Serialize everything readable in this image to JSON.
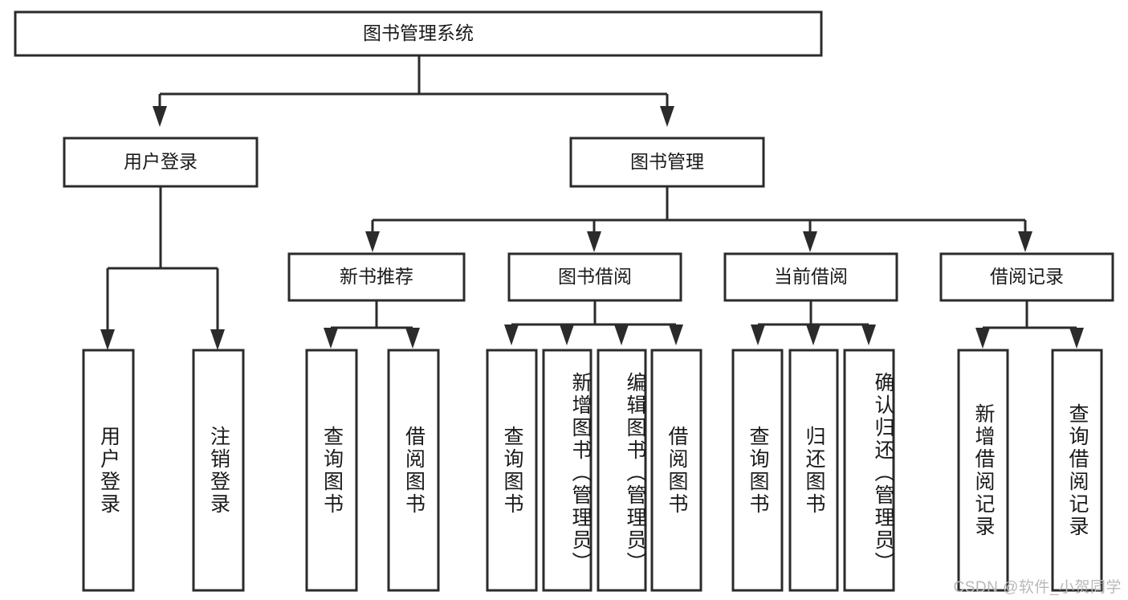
{
  "diagram": {
    "type": "tree",
    "orientation": "top-down",
    "root": {
      "id": "root",
      "label": "图书管理系统"
    },
    "level2": [
      {
        "id": "user-login",
        "label": "用户登录"
      },
      {
        "id": "book-management",
        "label": "图书管理"
      }
    ],
    "level3": [
      {
        "id": "new-book-recommend",
        "label": "新书推荐",
        "parent": "book-management"
      },
      {
        "id": "book-borrow",
        "label": "图书借阅",
        "parent": "book-management"
      },
      {
        "id": "current-borrow",
        "label": "当前借阅",
        "parent": "book-management"
      },
      {
        "id": "borrow-record",
        "label": "借阅记录",
        "parent": "book-management"
      }
    ],
    "leaves": [
      {
        "id": "leaf-user-login",
        "label": "用户登录",
        "parent": "user-login"
      },
      {
        "id": "leaf-logout-login",
        "label": "注销登录",
        "parent": "user-login"
      },
      {
        "id": "leaf-query-book-1",
        "label": "查询图书",
        "parent": "new-book-recommend"
      },
      {
        "id": "leaf-borrow-book-1",
        "label": "借阅图书",
        "parent": "new-book-recommend"
      },
      {
        "id": "leaf-query-book-2",
        "label": "查询图书",
        "parent": "book-borrow"
      },
      {
        "id": "leaf-add-book",
        "label": "新增图书（管理员）",
        "parent": "book-borrow"
      },
      {
        "id": "leaf-edit-book",
        "label": "编辑图书（管理员）",
        "parent": "book-borrow"
      },
      {
        "id": "leaf-borrow-book-2",
        "label": "借阅图书",
        "parent": "book-borrow"
      },
      {
        "id": "leaf-query-book-3",
        "label": "查询图书",
        "parent": "current-borrow"
      },
      {
        "id": "leaf-return-book",
        "label": "归还图书",
        "parent": "current-borrow"
      },
      {
        "id": "leaf-confirm-return",
        "label": "确认归还（管理员）",
        "parent": "current-borrow"
      },
      {
        "id": "leaf-add-record",
        "label": "新增借阅记录",
        "parent": "borrow-record"
      },
      {
        "id": "leaf-query-record",
        "label": "查询借阅记录",
        "parent": "borrow-record"
      }
    ],
    "colors": {
      "box_fill": "#ffffff",
      "box_stroke": "#2b2b2b",
      "text": "#1a1a1a",
      "background": "#ffffff",
      "watermark": "#b9b9b9"
    }
  },
  "watermark": {
    "text": "CSDN @软件_小贺同学"
  }
}
